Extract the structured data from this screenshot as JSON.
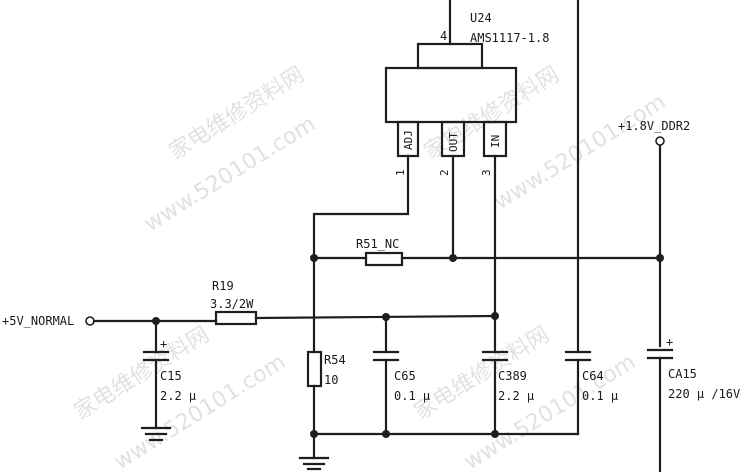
{
  "regulator": {
    "ref": "U24",
    "part": "AMS1117-1.8",
    "tab_pin": "4",
    "pins": [
      {
        "num": "1",
        "name": "ADJ"
      },
      {
        "num": "2",
        "name": "OUT"
      },
      {
        "num": "3",
        "name": "IN"
      }
    ]
  },
  "nets": {
    "input": "+5V_NORMAL",
    "output": "+1.8V_DDR2"
  },
  "resistors": [
    {
      "ref": "R19",
      "value": "3.3/2W"
    },
    {
      "ref": "R51_NC",
      "value": ""
    },
    {
      "ref": "R54",
      "value": "10"
    }
  ],
  "capacitors": [
    {
      "ref": "C15",
      "value": "2.2 μ",
      "polarity": "+"
    },
    {
      "ref": "C65",
      "value": "0.1 μ"
    },
    {
      "ref": "C389",
      "value": "2.2 μ"
    },
    {
      "ref": "C64",
      "value": "0.1 μ"
    },
    {
      "ref": "CA15",
      "value": "220 μ /16V",
      "polarity": "+"
    }
  ],
  "watermark": {
    "line1": "家电维修资料网",
    "line2": "www.520101.com"
  }
}
